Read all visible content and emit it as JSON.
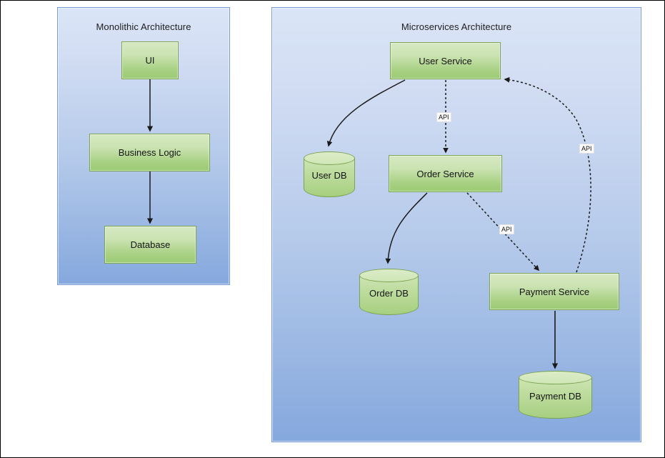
{
  "diagram": {
    "title_left": "Monolithic Architecture",
    "title_right": "Microservices Architecture",
    "colors": {
      "panel_fill_top": "#dae5f7",
      "panel_fill_bottom": "#85a8dd",
      "panel_border": "#7a9bd0",
      "node_fill_top": "#d7e8c2",
      "node_fill_bottom": "#9ccb74",
      "node_border": "#7aa352",
      "edge_stroke": "#1a1a1a",
      "label_bg": "#fbfbfb",
      "page_bg": "#ffffff",
      "page_border": "#000000"
    }
  },
  "monolith": {
    "title": "Monolithic Architecture",
    "nodes": [
      {
        "id": "ui",
        "label": "UI",
        "shape": "box"
      },
      {
        "id": "business-logic",
        "label": "Business Logic",
        "shape": "box"
      },
      {
        "id": "database",
        "label": "Database",
        "shape": "box"
      }
    ],
    "edges": [
      {
        "from": "ui",
        "to": "business-logic",
        "style": "solid",
        "label": ""
      },
      {
        "from": "business-logic",
        "to": "database",
        "style": "solid",
        "label": ""
      }
    ]
  },
  "microservices": {
    "title": "Microservices Architecture",
    "nodes": [
      {
        "id": "user-service",
        "label": "User Service",
        "shape": "box"
      },
      {
        "id": "order-service",
        "label": "Order Service",
        "shape": "box"
      },
      {
        "id": "payment-service",
        "label": "Payment Service",
        "shape": "box"
      },
      {
        "id": "user-db",
        "label": "User DB",
        "shape": "cylinder"
      },
      {
        "id": "order-db",
        "label": "Order DB",
        "shape": "cylinder"
      },
      {
        "id": "payment-db",
        "label": "Payment DB",
        "shape": "cylinder"
      }
    ],
    "edges": [
      {
        "from": "user-service",
        "to": "user-db",
        "style": "solid-curved",
        "label": ""
      },
      {
        "from": "user-service",
        "to": "order-service",
        "style": "dotted",
        "label": "API"
      },
      {
        "from": "order-service",
        "to": "order-db",
        "style": "solid-curved",
        "label": ""
      },
      {
        "from": "order-service",
        "to": "payment-service",
        "style": "dotted",
        "label": "API"
      },
      {
        "from": "payment-service",
        "to": "user-service",
        "style": "dotted-curved",
        "label": "API"
      },
      {
        "from": "payment-service",
        "to": "payment-db",
        "style": "solid",
        "label": ""
      }
    ],
    "edge_labels": {
      "user_to_order": "API",
      "order_to_payment": "API",
      "payment_to_user": "API"
    }
  }
}
